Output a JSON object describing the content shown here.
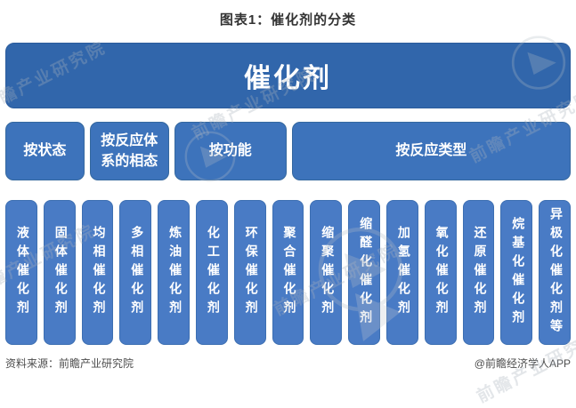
{
  "title": "图表1：催化剂的分类",
  "root": {
    "label": "催化剂"
  },
  "categories": [
    {
      "label": "按状态",
      "span": 2
    },
    {
      "label": "按反应体系的相态",
      "span": 2
    },
    {
      "label": "按功能",
      "span": 3
    },
    {
      "label": "按反应类型",
      "span": 8
    }
  ],
  "leaves": [
    "液体催化剂",
    "固体催化剂",
    "均相催化剂",
    "多相催化剂",
    "炼油催化剂",
    "化工催化剂",
    "环保催化剂",
    "聚合催化剂",
    "缩聚催化剂",
    "缩醛化催化剂",
    "加氢催化剂",
    "氧化催化剂",
    "还原催化剂",
    "烷基化催化剂",
    "异极化催化剂等"
  ],
  "footer": {
    "source": "资料来源：前瞻产业研究院",
    "credit": "@前瞻经济学人APP"
  },
  "watermark": {
    "text": "前瞻产业研究院"
  },
  "colors": {
    "root_box": "#3166AB",
    "category_box": "#3D73BB",
    "leaf_box": "#497BC5",
    "box_text": "#FFFFFF",
    "title_text": "#333333",
    "footer_text": "#4D4D4D",
    "watermark": "#A9B2BD"
  }
}
